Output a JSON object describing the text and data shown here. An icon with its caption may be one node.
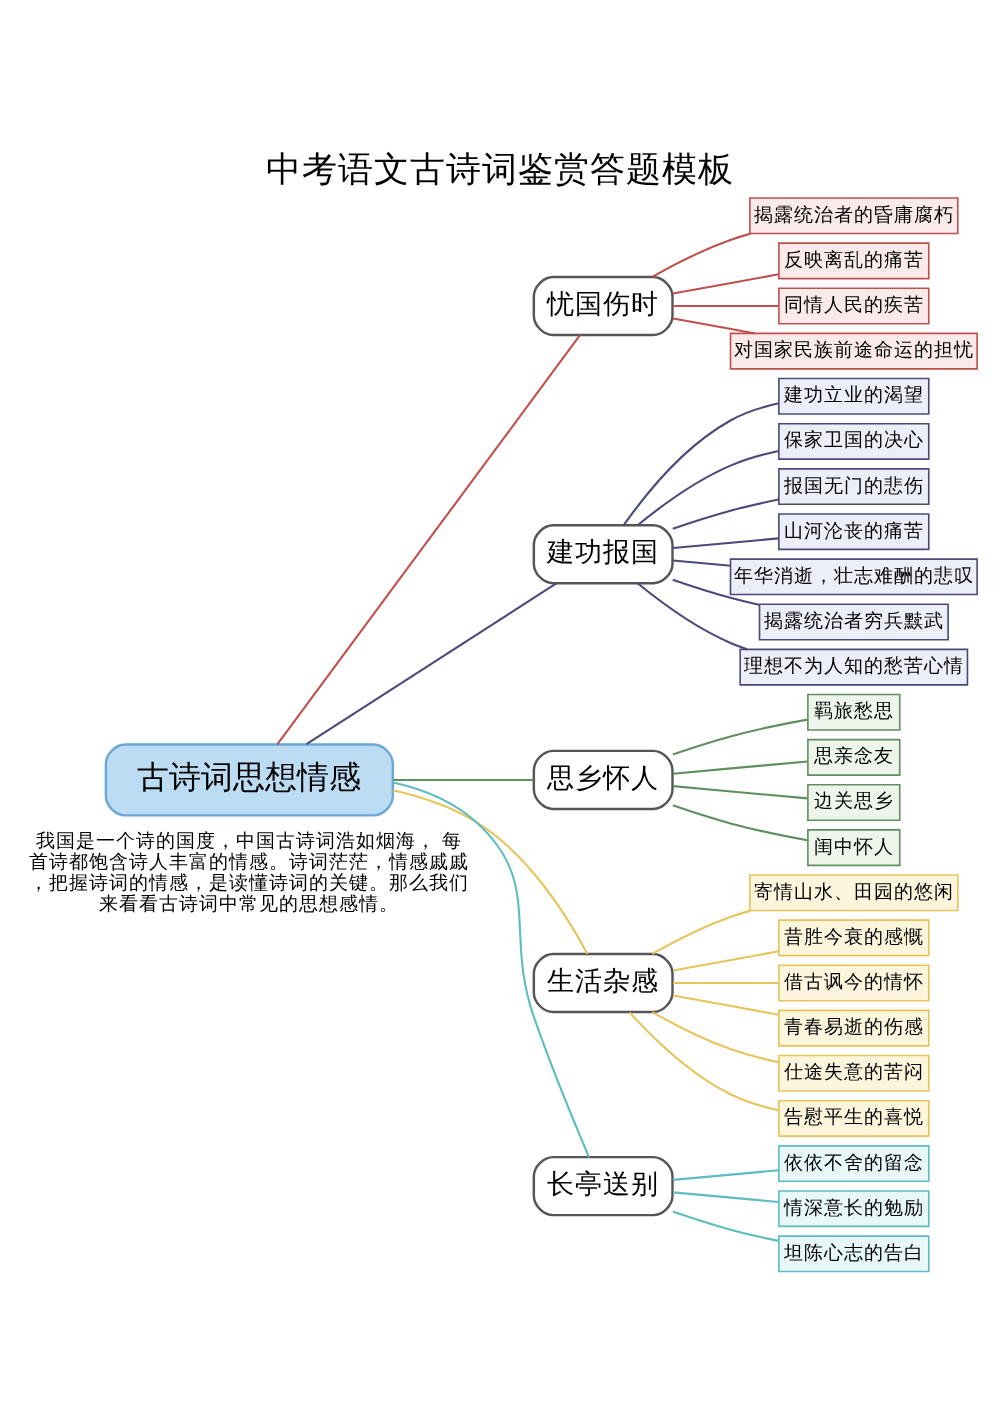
{
  "diagram": {
    "title": "中考语文古诗词鉴赏答题模板",
    "nodes": [
      {
        "text": [
          "古诗词思想情感"
        ]
      },
      {
        "text": [
          "忧国伤时"
        ]
      },
      {
        "text": [
          "揭露统治者的昏庸腐朽"
        ]
      },
      {
        "text": [
          "反映离乱的痛苦"
        ]
      },
      {
        "text": [
          "同情人民的疾苦"
        ]
      },
      {
        "text": [
          "对国家民族前途命运的担忧"
        ]
      },
      {
        "text": [
          "建功报国"
        ]
      },
      {
        "text": [
          "建功立业的渴望"
        ]
      },
      {
        "text": [
          "保家卫国的决心"
        ]
      },
      {
        "text": [
          "报国无门的悲伤"
        ]
      },
      {
        "text": [
          "山河沦丧的痛苦"
        ]
      },
      {
        "text": [
          "年华消逝，壮志难酬的悲叹"
        ]
      },
      {
        "text": [
          "揭露统治者穷兵黩武"
        ]
      },
      {
        "text": [
          "理想不为人知的愁苦心情"
        ]
      },
      {
        "text": [
          "思乡怀人"
        ]
      },
      {
        "text": [
          "羁旅愁思"
        ]
      },
      {
        "text": [
          "思亲念友"
        ]
      },
      {
        "text": [
          "边关思乡"
        ]
      },
      {
        "text": [
          "闺中怀人"
        ]
      },
      {
        "text": [
          "生活杂感"
        ]
      },
      {
        "text": [
          "寄情山水、田园的悠闲"
        ]
      },
      {
        "text": [
          "昔胜今衰的感慨"
        ]
      },
      {
        "text": [
          "借古讽今的情怀"
        ]
      },
      {
        "text": [
          "青春易逝的伤感"
        ]
      },
      {
        "text": [
          "仕途失意的苦闷"
        ]
      },
      {
        "text": [
          "告慰平生的喜悦"
        ]
      },
      {
        "text": [
          "长亭送别"
        ]
      },
      {
        "text": [
          "依依不舍的留念"
        ]
      },
      {
        "text": [
          "情深意长的勉励"
        ]
      },
      {
        "text": [
          "坦陈心志的告白"
        ]
      }
    ],
    "edges": [
      {
        "from": 0,
        "to": 1,
        "arrow": "none",
        "color": "#c0504d"
      },
      {
        "from": 1,
        "to": 2,
        "arrow": "none",
        "color": "#c0504d"
      },
      {
        "from": 1,
        "to": 3,
        "arrow": "none",
        "color": "#c0504d"
      },
      {
        "from": 1,
        "to": 4,
        "arrow": "none",
        "color": "#c0504d"
      },
      {
        "from": 1,
        "to": 5,
        "arrow": "none",
        "color": "#c0504d"
      },
      {
        "from": 0,
        "to": 6,
        "arrow": "none"
      },
      {
        "from": 6,
        "to": 7,
        "arrow": "none"
      },
      {
        "from": 6,
        "to": 8,
        "arrow": "none"
      },
      {
        "from": 6,
        "to": 9,
        "arrow": "none"
      },
      {
        "from": 6,
        "to": 10,
        "arrow": "none"
      },
      {
        "from": 6,
        "to": 11,
        "arrow": "none"
      },
      {
        "from": 6,
        "to": 12,
        "arrow": "none"
      },
      {
        "from": 6,
        "to": 13,
        "arrow": "none"
      },
      {
        "from": 0,
        "to": 14,
        "arrow": "none",
        "color": "#5f8f5f"
      },
      {
        "from": 14,
        "to": 15,
        "arrow": "none",
        "color": "#5f8f5f"
      },
      {
        "from": 14,
        "to": 16,
        "arrow": "none",
        "color": "#5f8f5f"
      },
      {
        "from": 14,
        "to": 17,
        "arrow": "none",
        "color": "#5f8f5f"
      },
      {
        "from": 14,
        "to": 18,
        "arrow": "none",
        "color": "#5f8f5f"
      },
      {
        "from": 0,
        "to": 19,
        "arrow": "none",
        "color": "#e6c45a"
      },
      {
        "from": 19,
        "to": 20,
        "arrow": "none",
        "color": "#e6c45a"
      },
      {
        "from": 19,
        "to": 21,
        "arrow": "none",
        "color": "#e6c45a"
      },
      {
        "from": 19,
        "to": 22,
        "arrow": "none",
        "color": "#e6c45a"
      },
      {
        "from": 19,
        "to": 23,
        "arrow": "none",
        "color": "#e6c45a"
      },
      {
        "from": 19,
        "to": 24,
        "arrow": "none",
        "color": "#e6c45a"
      },
      {
        "from": 19,
        "to": 25,
        "arrow": "none",
        "color": "#e6c45a"
      },
      {
        "from": 0,
        "to": 26,
        "arrow": "none",
        "color": "#5cbcc0"
      },
      {
        "from": 26,
        "to": 27,
        "arrow": "none",
        "color": "#5cbcc0"
      },
      {
        "from": 26,
        "to": 28,
        "arrow": "none",
        "color": "#5cbcc0"
      },
      {
        "from": 26,
        "to": 29,
        "arrow": "none",
        "color": "#5cbcc0"
      }
    ],
    "labels": [
      "我国是一个诗的国度，中国古诗词浩如烟海， 每首诗都饱含诗人丰富的情感。诗词茫茫，情感戚戚，把握诗词的情感，是读懂诗词的关键。那么我们来看看古诗词中常见的思想感情。"
    ]
  }
}
